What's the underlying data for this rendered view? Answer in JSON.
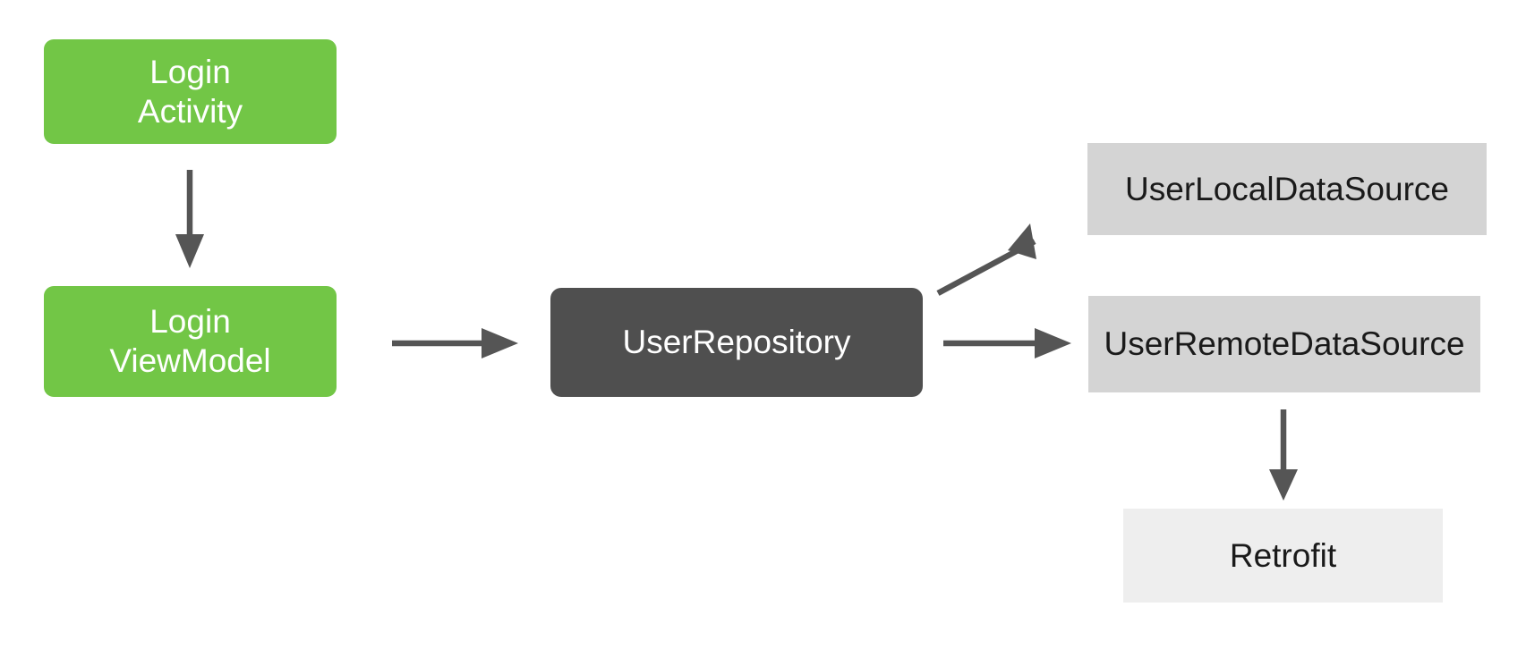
{
  "diagram": {
    "title": "Android app architecture data flow",
    "background_color": "#FFFFFF",
    "edge_color": "#555555",
    "nodes": [
      {
        "id": "login-activity",
        "label": "Login\nActivity",
        "layer": "ui",
        "color": "#72C646",
        "text_color": "#FFFFFF",
        "shape": "rounded-rectangle"
      },
      {
        "id": "login-viewmodel",
        "label": "Login\nViewModel",
        "layer": "ui",
        "color": "#72C646",
        "text_color": "#FFFFFF",
        "shape": "rounded-rectangle"
      },
      {
        "id": "user-repository",
        "label": "UserRepository",
        "layer": "data",
        "color": "#4F4F4F",
        "text_color": "#FFFFFF",
        "shape": "rounded-rectangle"
      },
      {
        "id": "user-local-data-source",
        "label": "UserLocalDataSource",
        "layer": "data-source",
        "color": "#D4D4D4",
        "text_color": "#1A1A1A",
        "shape": "rectangle"
      },
      {
        "id": "user-remote-data-source",
        "label": "UserRemoteDataSource",
        "layer": "data-source",
        "color": "#D4D4D4",
        "text_color": "#1A1A1A",
        "shape": "rectangle"
      },
      {
        "id": "retrofit",
        "label": "Retrofit",
        "layer": "library",
        "color": "#EEEEEE",
        "text_color": "#1A1A1A",
        "shape": "rectangle"
      }
    ],
    "edges": [
      {
        "id": "activity-to-viewmodel",
        "from": "login-activity",
        "to": "login-viewmodel",
        "direction": "down",
        "style": "solid-arrow"
      },
      {
        "id": "viewmodel-to-repo",
        "from": "login-viewmodel",
        "to": "user-repository",
        "direction": "right",
        "style": "solid-arrow"
      },
      {
        "id": "repo-to-local",
        "from": "user-repository",
        "to": "user-local-data-source",
        "direction": "up-right",
        "style": "solid-arrow"
      },
      {
        "id": "repo-to-remote",
        "from": "user-repository",
        "to": "user-remote-data-source",
        "direction": "right",
        "style": "solid-arrow"
      },
      {
        "id": "remote-to-retrofit",
        "from": "user-remote-data-source",
        "to": "retrofit",
        "direction": "down",
        "style": "solid-arrow"
      }
    ]
  }
}
